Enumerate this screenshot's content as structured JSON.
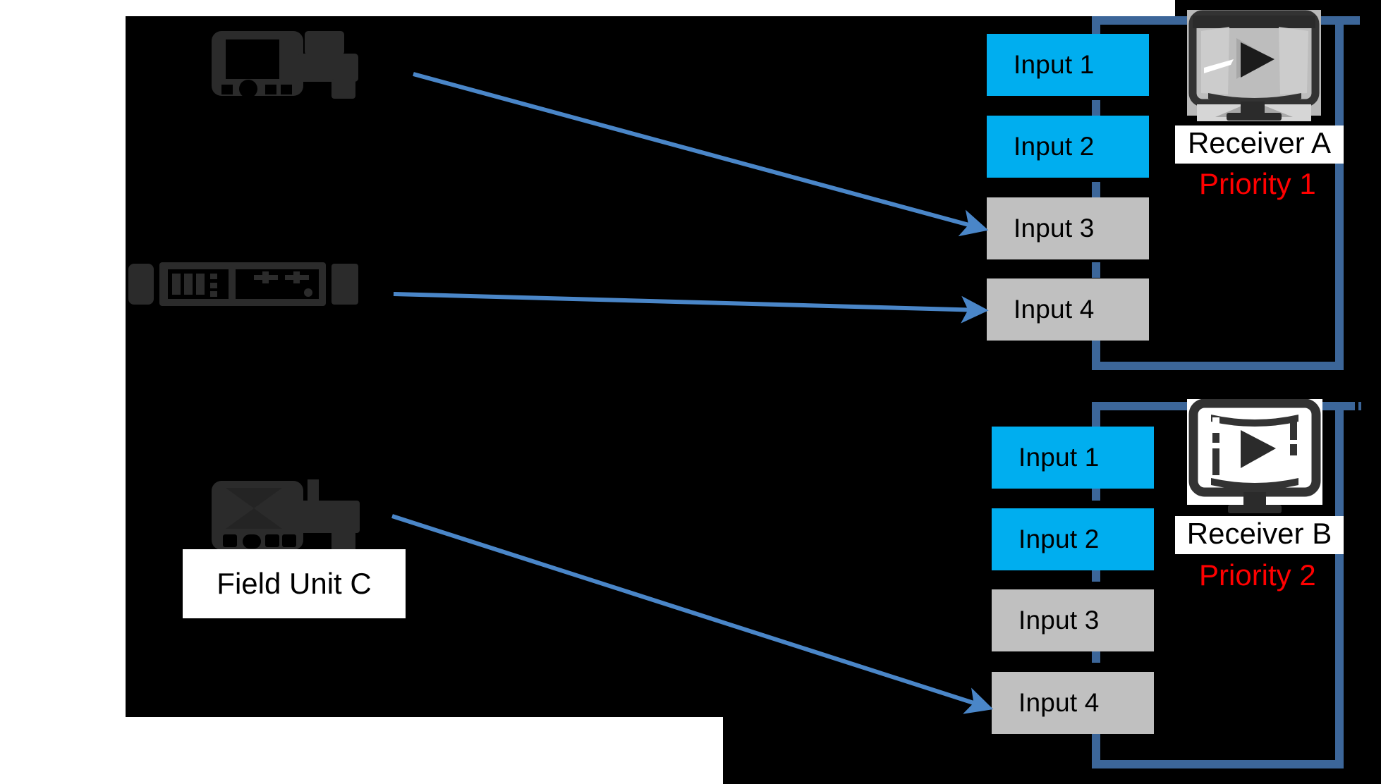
{
  "colors": {
    "canvas": "#000000",
    "active_input": "#00aeef",
    "idle_input": "#c0c0c0",
    "route_line": "#3c6699",
    "arrow": "#4a86c8",
    "priority_text": "#ff0000",
    "label_bg": "#ffffff",
    "device_icon": "#2b2b2b"
  },
  "sources": [
    {
      "id": "camera-top",
      "icon": "camcorder-icon",
      "label": ""
    },
    {
      "id": "rack-unit",
      "icon": "rack-unit-icon",
      "label": ""
    },
    {
      "id": "field-unit-c",
      "icon": "camcorder-icon",
      "label": "Field Unit C"
    }
  ],
  "receivers": [
    {
      "id": "receiver-a",
      "name": "Receiver A",
      "priority": "Priority 1",
      "icon": "monitor-play-icon",
      "inputs": [
        {
          "label": "Input 1",
          "state": "active"
        },
        {
          "label": "Input 2",
          "state": "active"
        },
        {
          "label": "Input 3",
          "state": "idle"
        },
        {
          "label": "Input 4",
          "state": "idle"
        }
      ]
    },
    {
      "id": "receiver-b",
      "name": "Receiver B",
      "priority": "Priority 2",
      "icon": "monitor-play-icon",
      "inputs": [
        {
          "label": "Input 1",
          "state": "active"
        },
        {
          "label": "Input 2",
          "state": "active"
        },
        {
          "label": "Input 3",
          "state": "idle"
        },
        {
          "label": "Input 4",
          "state": "idle"
        }
      ]
    }
  ],
  "connections": [
    {
      "from": "camera-top",
      "to": "receiver-a.input-3"
    },
    {
      "from": "rack-unit",
      "to": "receiver-a.input-4"
    },
    {
      "from": "field-unit-c",
      "to": "receiver-b.input-4"
    }
  ]
}
